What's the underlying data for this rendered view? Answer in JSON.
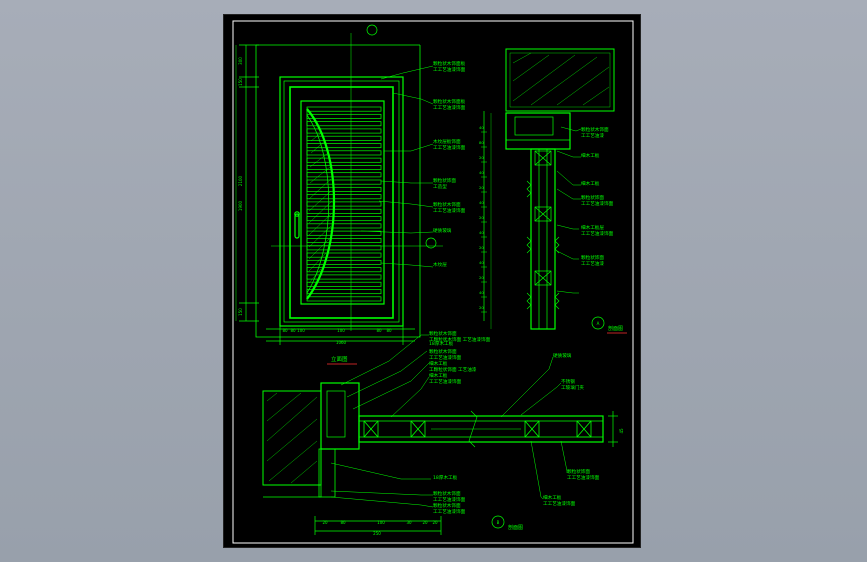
{
  "drawing": {
    "colors": {
      "line": "#00ff00",
      "frame": "#ffffff",
      "accent": "#ff3030",
      "background": "#000000",
      "viewer": "#9ea5b0"
    },
    "callout_glyph": "工",
    "elevation": {
      "title": "立面图",
      "dims_left": [
        "300",
        "150",
        "2100",
        "1900",
        "150"
      ],
      "dims_bottom": [
        "80",
        "80",
        "100",
        "100",
        "80",
        "80"
      ],
      "dim_total": "1060",
      "notes": [
        "颗粒状木饰面板 工艺油漆饰面",
        "颗粒状木饰面板 工艺油漆饰面",
        "木纹层板饰面 工艺油漆饰面",
        "颗粒状饰面 造型",
        "颗粒状木饰面 工艺油漆饰面",
        "硬质玻璃",
        "木纹层"
      ],
      "right_dims": [
        "40",
        "80",
        "20",
        "40",
        "20",
        "40",
        "20",
        "40",
        "20",
        "40",
        "20",
        "40",
        "20"
      ]
    },
    "section": {
      "label": "剖面图",
      "marker": "A",
      "notes": [
        "颗粒状木饰面 工艺油漆",
        "细木工板",
        "细木工板",
        "颗粒状饰面 工艺油漆饰面",
        "细木工板层 工艺油漆饰面",
        "颗粒状饰面 工艺油漆"
      ]
    },
    "plan": {
      "label": "剖面图",
      "marker": "B",
      "notes_upper": [
        "颗粒状木饰面 颗粒状木饰面 工艺油漆饰面",
        "18厚木工板",
        "颗粒状木饰面 工艺油漆饰面",
        "细木工板 颗粒状饰面 工艺油漆",
        "细木工板 工艺油漆饰面",
        "硬质玻璃",
        "不锈钢 玻璃门夹"
      ],
      "notes_lower": [
        "18厚木工板",
        "颗粒状木饰面 工艺油漆饰面",
        "颗粒状木饰面 工艺油漆饰面",
        "颗粒状饰面 工艺油漆饰面",
        "细木工板 工艺油漆饰面"
      ],
      "dims_bottom": [
        "20",
        "80",
        "100",
        "30",
        "20",
        "20"
      ],
      "dim_total": "250",
      "dim_right": "45"
    }
  }
}
